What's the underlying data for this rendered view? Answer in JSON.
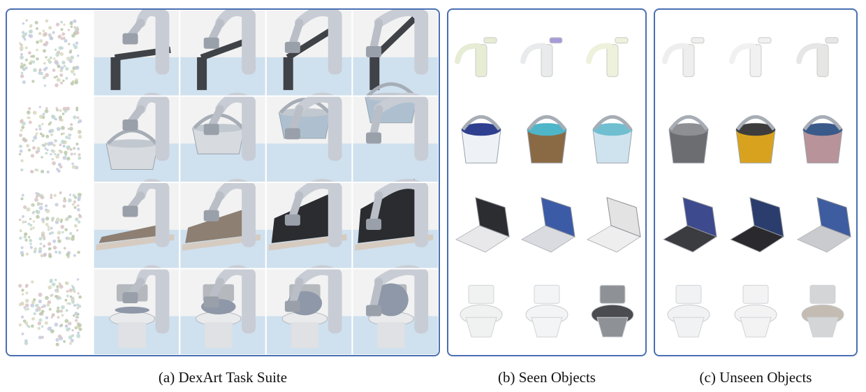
{
  "figure": {
    "panels": [
      {
        "id": "a",
        "caption": "(a) DexArt Task Suite",
        "rows": [
          {
            "task": "faucet"
          },
          {
            "task": "bucket"
          },
          {
            "task": "laptop"
          },
          {
            "task": "toilet"
          }
        ],
        "columns_per_row": 5
      },
      {
        "id": "b",
        "caption": "(b) Seen Objects",
        "categories": [
          "faucet",
          "bucket",
          "laptop",
          "toilet"
        ],
        "objects_per_row": 3
      },
      {
        "id": "c",
        "caption": "(c) Unseen Objects",
        "categories": [
          "faucet",
          "bucket",
          "laptop",
          "toilet"
        ],
        "objects_per_row": 3
      }
    ],
    "colors": {
      "panel_border": "#4a6fb3",
      "floor": "#cfe0ee",
      "wall": "#f2f2f2",
      "robot": "#c8ccd4",
      "dark_object": "#3f4247"
    }
  }
}
